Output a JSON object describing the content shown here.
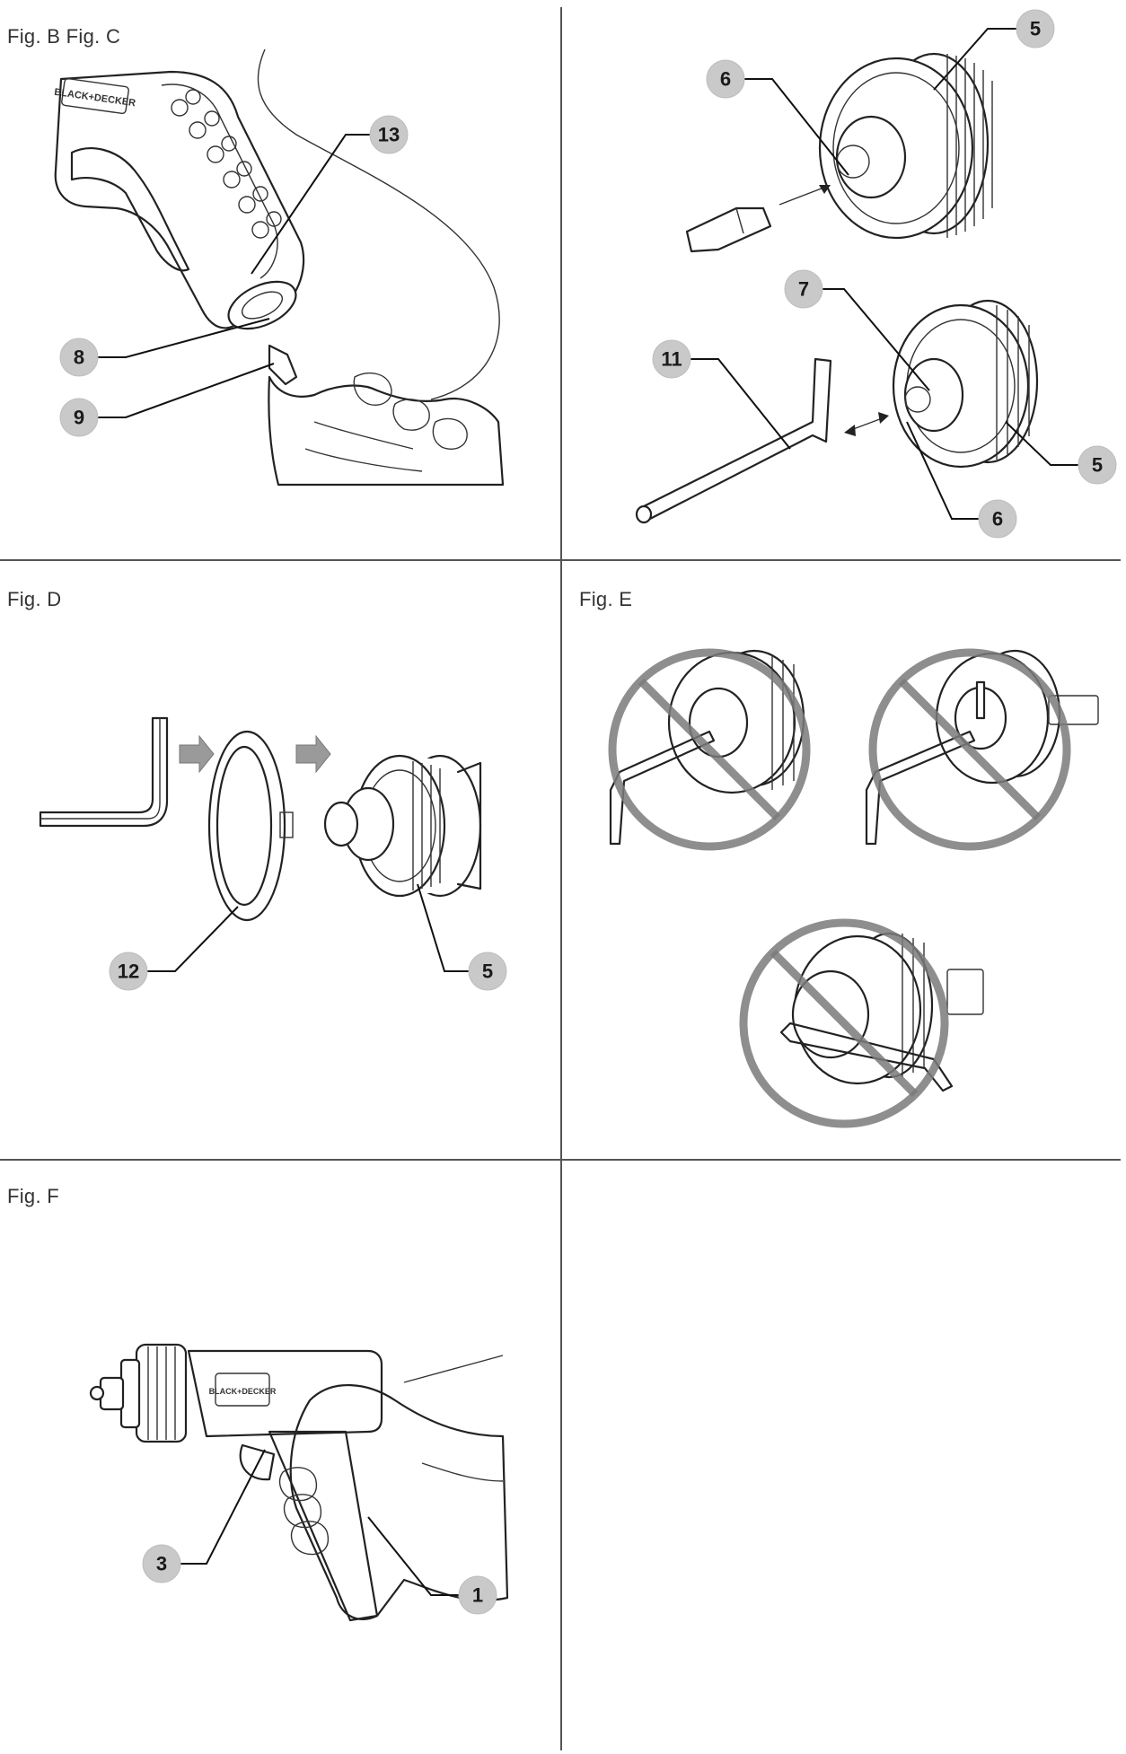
{
  "figures": {
    "bc": {
      "label": "Fig. B Fig. C"
    },
    "d": {
      "label": "Fig. D"
    },
    "e": {
      "label": "Fig. E"
    },
    "f": {
      "label": "Fig. F"
    }
  },
  "callouts": {
    "c13": "13",
    "c8": "8",
    "c9": "9",
    "c5a": "5",
    "c6a": "6",
    "c7": "7",
    "c11": "11",
    "c5b": "5",
    "c6b": "6",
    "c12": "12",
    "c5d": "5",
    "c3": "3",
    "c1": "1"
  },
  "brand": {
    "text": "BLACK+DECKER"
  }
}
